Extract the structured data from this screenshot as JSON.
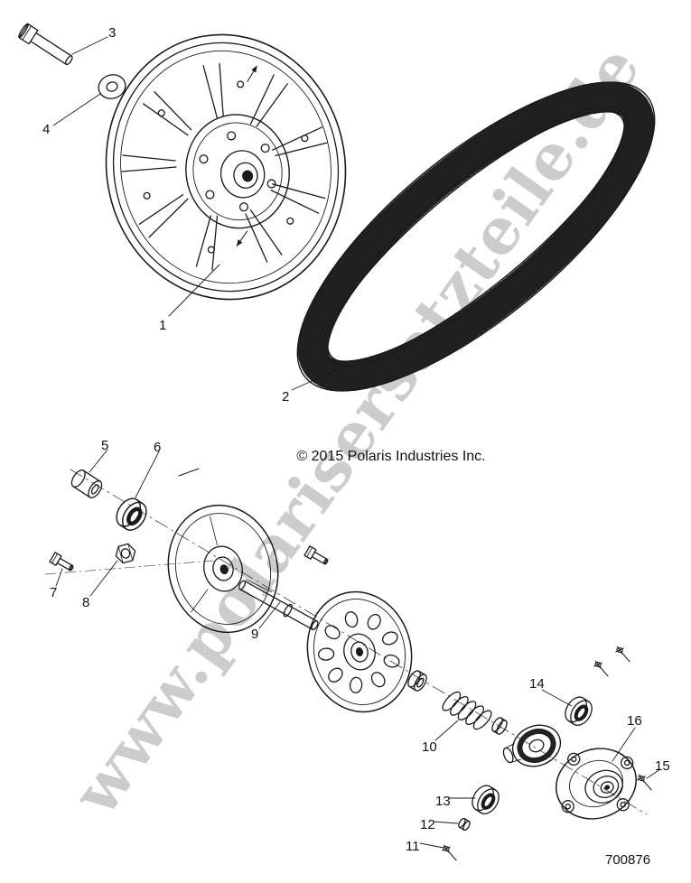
{
  "diagram": {
    "watermark": "www.polarisersatzteile.de",
    "copyright": "© 2015 Polaris Industries Inc.",
    "document_number": "700876"
  },
  "part_labels": {
    "p1": "1",
    "p2": "2",
    "p3": "3",
    "p4": "4",
    "p5": "5",
    "p6": "6",
    "p7": "7",
    "p8": "8",
    "p9": "9",
    "p10": "10",
    "p11": "11",
    "p12": "12",
    "p13": "13",
    "p14": "14",
    "p15": "15",
    "p16": "16"
  }
}
